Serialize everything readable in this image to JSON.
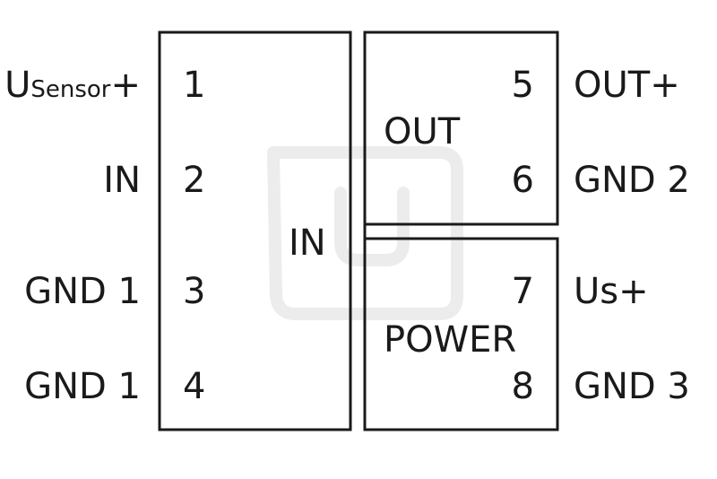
{
  "left_labels": [
    {
      "main": "U",
      "sub": "Sensor",
      "suffix": "+"
    },
    {
      "text": "IN"
    },
    {
      "text": "GND 1"
    },
    {
      "text": "GND 1"
    }
  ],
  "left_pins": [
    "1",
    "2",
    "3",
    "4"
  ],
  "right_pins": [
    "5",
    "6",
    "7",
    "8"
  ],
  "right_labels": [
    "OUT+",
    "GND 2",
    "Us+",
    "GND 3"
  ],
  "blocks": {
    "in": "IN",
    "out": "OUT",
    "power": "POWER"
  },
  "colors": {
    "line": "#1a1a1a",
    "watermark": "#ececec"
  },
  "watermark_icon": "plug-logo-icon"
}
